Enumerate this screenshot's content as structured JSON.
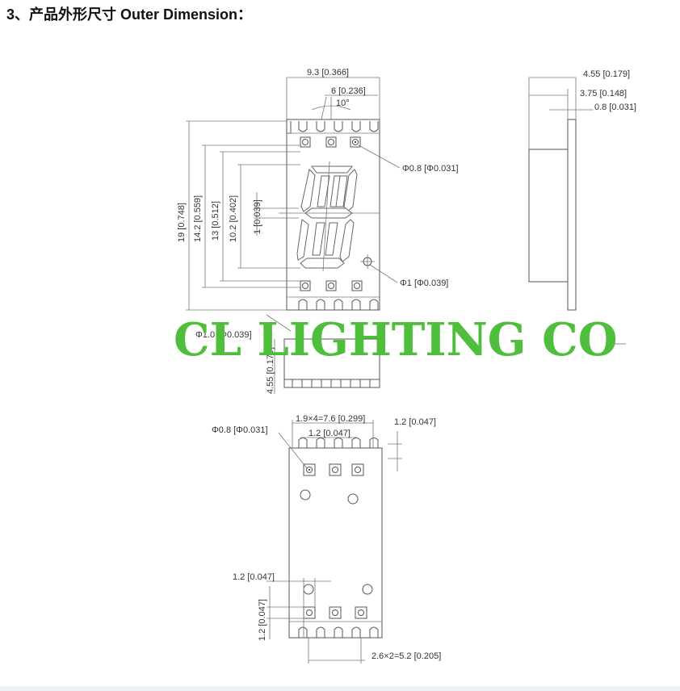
{
  "heading": "3、产品外形尺寸 Outer Dimension：",
  "watermark": "CL LIGHTING CO",
  "front_view": {
    "width": "9.3 [0.366]",
    "pin_spacing": "6 [0.236]",
    "slant": "10°",
    "hole_small": "Φ0.8 [Φ0.031]",
    "hole_large": "Φ1 [Φ0.039]",
    "height_total": "19 [0.748]",
    "height_body": "14.2 [0.559]",
    "height_pins": "13 [0.512]",
    "height_digit": "10.2 [0.402]",
    "dp_height": "1 [0.039]",
    "obscured_hole": "Φ1.0 [Φ0.039]",
    "obscured_height": "4.55 [0.179]"
  },
  "side_view": {
    "thickness_total": "4.55 [0.179]",
    "thickness_body": "3.75 [0.148]",
    "pin_thickness": "0.8 [0.031]"
  },
  "bottom_view": {
    "pin_pitch_total": "1.9×4=7.6 [0.299]",
    "pad_width": "1.2 [0.047]",
    "pad_offset": "1.2 [0.047]",
    "hole": "Φ0.8 [Φ0.031]",
    "left_pad": "1.2 [0.047]",
    "left_pad_vertical": "1.2 [0.047]",
    "bottom_spacing": "2.6×2=5.2 [0.205]"
  }
}
